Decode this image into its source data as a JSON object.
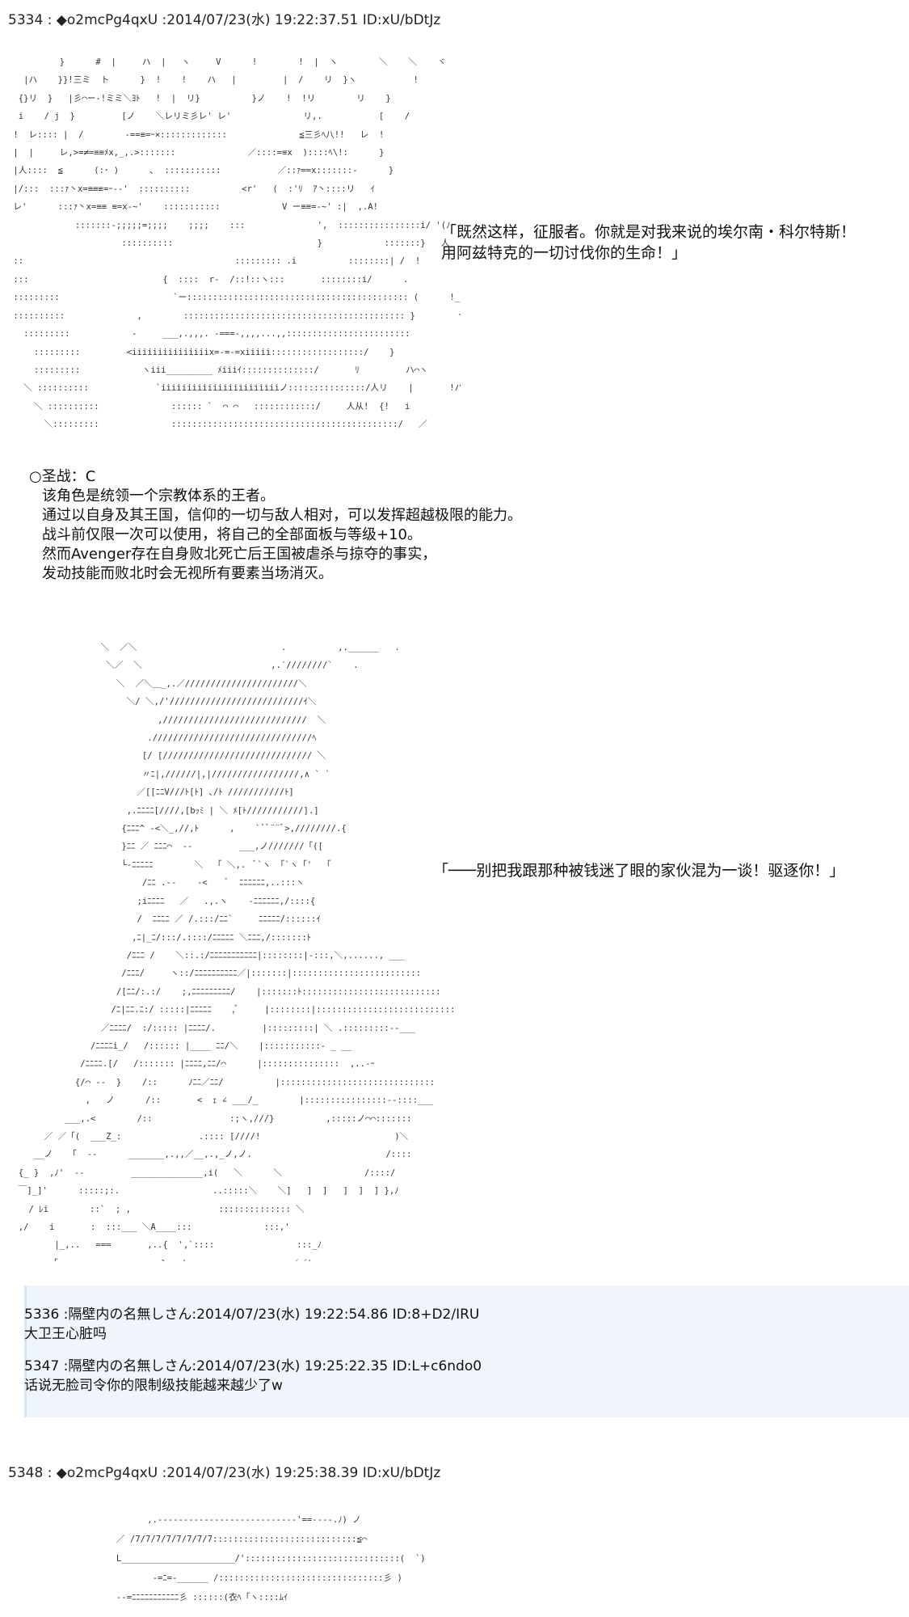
{
  "posts": [
    {
      "header": "5334 : ◆o2mcPg4qxU :2014/07/23(水) 19:22:37.51 ID:xU/bDtJz",
      "aa": "          }      #  |     ハ  |   ヽ     V      !        !  |  ヽ        ＼    ＼    ヾ\n   |ハ    }}!三ミ  ト      }  !    !    ハ   |         |  /    リ  }ヽ           !\n  {}リ  }   |彡⌒ー‐!ミミ＼ﾖﾄ   !  |  リ}          }ノ    !  !リ        リ    }\n  i    / j  }         [ノ    ＼レリミ彡レ' レ'              リ,.           [    /\n !  レ:::: |  /        -==≡=ｰ×:::::::::::::              ≦三彡ﾍ八!!   レ  !\n |  |     レ,>=≠=≡≡ﾒx,_,.>:::::::              ／::::=≡x  )::::ﾍ\\!:      }\n |人::::  ≦      (:･ )      ､  :::::::::::           ／::ｧ==x:::::::-      }\n |/:::  :::ｧ丶x=≡≡≡=ｰ--'  ::::::::::          <r'   (  :'ﾘ  ｱ丶::::リ   ｲ\n レ'      :::ｧ丶x=≡≡ ≡=x-~'    :::::::::::            V ー≡≡=-~' :|  ,.A!\n             :::::::-;;;;;=;;;;    ;;;;    :::              ',  ::::::::::::::::i/ '(ﾉ\n                      ::::::::::                            }            :::::::}   人\n ::                                         ::::::::: .i          ::::::::| /  !\n :::                          {  ::::  r‐  /::!::ヽ:::       ::::::::i/      .\n :::::::::                      `ー::::::::::::::::::::::::::::::::::::::::::: (      !_\n ::::::::::              ,        ::::::::::::::::::::::::::::::::::::::::::: }        ヽ\n   :::::::::            -     ___,.,,,. -===-,,,,...,,::::::::::::::::::::::::            ハ\n     :::::::::         <iiiiiiiiiiiiiiix=-=-=xiiiii::::::::::::::::::/    }\n     :::::::::            ヽiii_________ ﾒiiiｲ::::::::::::::/       ﾘ         ハ⌒ヽ\n   ＼ ::::::::::             `iiiiiiiiiiiiiiiiiiiiiiiノ:::::::::::::::/人リ    |       !ハ\n     ＼ ::::::::::              :::::: `  ⌒ ⌒   ::::::::::::/     人从!  {!   i\n       ＼:::::::::              ::::::::::::::::::::::::::::::::::::::::::::/   ／        レ'人リレ'",
      "speech": [
        "「既然这样，征服者。你就是对我来说的埃尔南・科尔特斯！",
        "用阿兹特克的一切讨伐你的生命！」"
      ]
    }
  ],
  "skill": {
    "title": "○圣战：C",
    "lines": [
      "该角色是统领一个宗教体系的王者。",
      "通过以自身及其王国，信仰的一切与敌人相对，可以发挥超越极限的能力。",
      "战斗前仅限一次可以使用，将自己的全部面板与等级+10。",
      "然而Avenger存在自身败北死亡后王国被虐杀与掠夺的事实，",
      "发动技能而败北时会无视所有要素当场消灭。"
    ]
  },
  "aa2": "                  ＼  ／＼                            .          ,.______   .\n                   ＼／  ＼                         ,.′////////`    .\n                     ＼  ／＼＿_,.／//////////////////////＼\n                       ＼/ ＼,/'//////////////////////////ｲ＼\n                             ,////////////////////////////  ＼\n                           .///////////////////////////////ﾍ\n                          [/ [///////////////////////////// ＼\n                          〃ﾆ|,//////|,|/////////////////,∧ ` `\n                         ／[[ﾆﾆV///ﾄ[ﾄ] ､/ﾄ ///////////ﾄ]\n                       ,.ﾆﾆﾆﾆ[////,[bｯﾐ | ＼ ﾒ[ﾄ///////////].]\n                      {ﾆﾆﾆ^ ‐<＼_,//,ﾄ      ,    ``ﾞ¨¨ﾞ>,////////.{\n                      }ﾆﾆ ／ ﾆﾆﾆ⌒  ‐‐         ___,ノ///////「([\n                      └‐ﾆﾆﾆﾆﾆ        ＼  「 ＼,.  ﾞ`ヽ 「`ヽ「'  「\n                          /ﾆﾆ .‐-    ‐<    ﾞ  ﾆﾆﾆﾆﾆﾆ,..:::ヽ\n                         ;iﾆﾆﾆﾆ   ／   .,.ヽ    ‐ﾆﾆﾆﾆﾆﾆ,/::::{\n                         /  ﾆﾆﾆﾆ ／ /.:::/ﾆﾆ`     ﾆﾆﾆﾆﾆ/::::::ｲ\n                        ,ﾆ|_ﾆ/:::/.::::/ﾆﾆﾆﾆﾆ ＼ﾆﾆﾆ,/:::::::ﾄ\n                       /ﾆﾆﾆ /    ＼::.:/ﾆﾆﾆﾆﾆﾆﾆﾆﾆﾆﾆ|::::::::|-:::,＼,......, ___\n                      /ﾆﾆﾆ/     ヽ::/ﾆﾆﾆﾆﾆﾆﾆﾆﾆﾆ／|:::::::|:::::::::::::::::::::::::\n                     /[ﾆﾆ/:.:/    ;,ﾆﾆﾆﾆﾆﾆﾆﾆﾆ/    |:::::::ﾄ:::::::::::::::::::::::::::\n                    /ﾆ|ﾆﾆ.ﾆ:/ :::::|ﾆﾆﾆﾆﾆ    ,ﾞ     |::::::::|:::::::::::::::::::::::::::\n                  ／ﾆﾆﾆﾆ/  :/::::: |ﾆﾆﾆﾆ/.         |:::::::::| ＼ .:::::::::--___\n                /ﾆﾆﾆﾆi_/   /:::::: |____ ﾆﾆ/＼    |:::::::::::- _ __\n              /ﾆﾆﾆﾆ.[/   /::::::: |ﾆﾆﾆﾆ,ﾆﾆ/⌒      |:::::::::::::::  ,..-ｰ\n             {/⌒ ‐‐  }    /::      ﾉﾆﾆ／ﾆﾆ/          |::::::::::::::::::::::::::::::\n               ,   ノ      /::       <  ｪ ∠ ___/_        |::::::::::::::::--::::___\n           ___,.<        /::               :;ヽ,///}          ,:::::ノ⌒⌒:::::::\n       ／ ／「(  ___Z_:               .:::: [////!                          )＼\n     __ノ   「  ‐-      _______,.,,／__,.,_ノ,ノ.                          /::::\n  {_ }  ,ﾉ'  ‐-         ______________,i(   ＼      ＼                /::::/\n  ￣]_]'      :::::;:.                  ..:::::＼    ＼]   ]  ]   ]  ]  ] },ﾉ\n    / ﾚi        ::`  ; ,                 :::::::::::::: ＼\n  ,/    i       :  :::___ ＼A____:::              :::,'\n         |_,..   ===       ,..{  ',`::::                :::_ﾉ\n        「                    }   ',:::::::            ／／',",
  "speech2": "「───别把我跟那种被钱迷了眼的家伙混为一谈！驱逐你！」",
  "replies": [
    {
      "header": "5336 :隔壁内の名無しさん:2014/07/23(水) 19:22:54.86 ID:8+D2/IRU",
      "text": "大卫王心脏吗"
    },
    {
      "header": "5347 :隔壁内の名無しさん:2014/07/23(水) 19:25:22.35 ID:L+c6ndo0",
      "text": "话说无脸司令你的限制级技能越来越少了w"
    }
  ],
  "post3": {
    "header": "5348 : ◆o2mcPg4qxU :2014/07/23(水) 19:25:38.39 ID:xU/bDtJz",
    "aa": "                           ,.--------------------------‐'==‐-‐-.ﾉ) ノ\n                     ／ /7/7/7/7/7/7/7/7::::::::::::::::::::::::::::≦⌒\n                     L______________________/'::::::::::::::::::::::::::::::(  `)\n                            -=ﾆ=-______ /::::::::::::::::::::::::::::::::彡 )\n                     ‐-=ﾆﾆﾆﾆﾆﾆﾆﾆﾆﾆﾆ彡 ::::::(衣ﾍ「ヽ::::ﾑｲ"
  }
}
